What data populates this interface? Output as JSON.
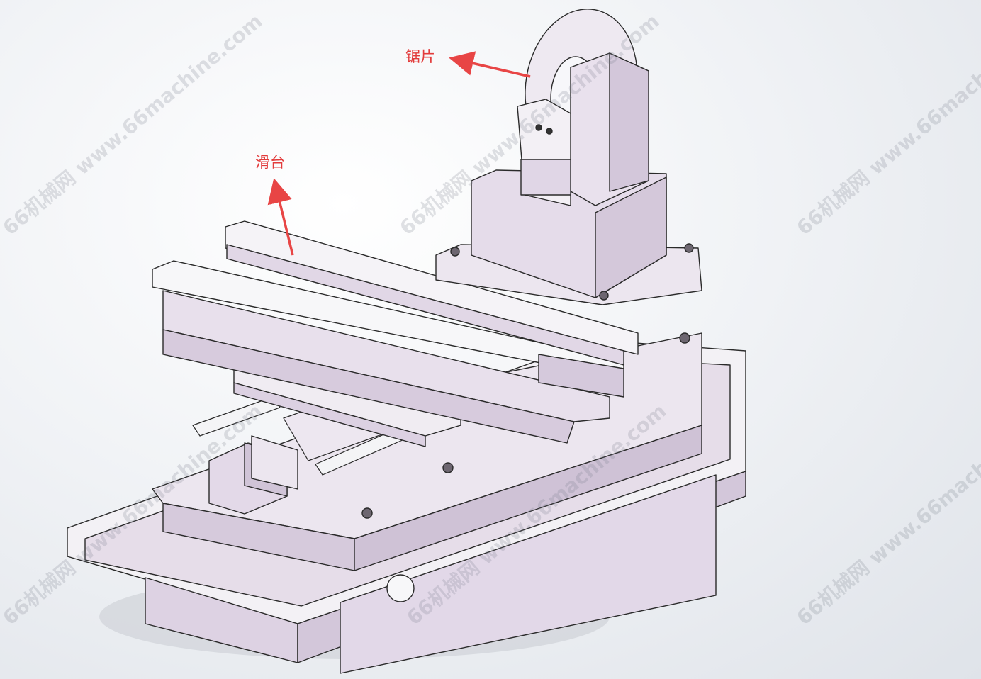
{
  "annotations": {
    "saw_blade_label": "锯片",
    "slide_label": "滑台",
    "arrow_color": "#e84545"
  },
  "watermark": {
    "text": "66机械网 www.66machine.com"
  },
  "colors": {
    "part_fill": "#e6dde9",
    "part_light": "#f7f7f9",
    "part_shade": "#d2c7d8",
    "outline": "#2a2a2a"
  }
}
